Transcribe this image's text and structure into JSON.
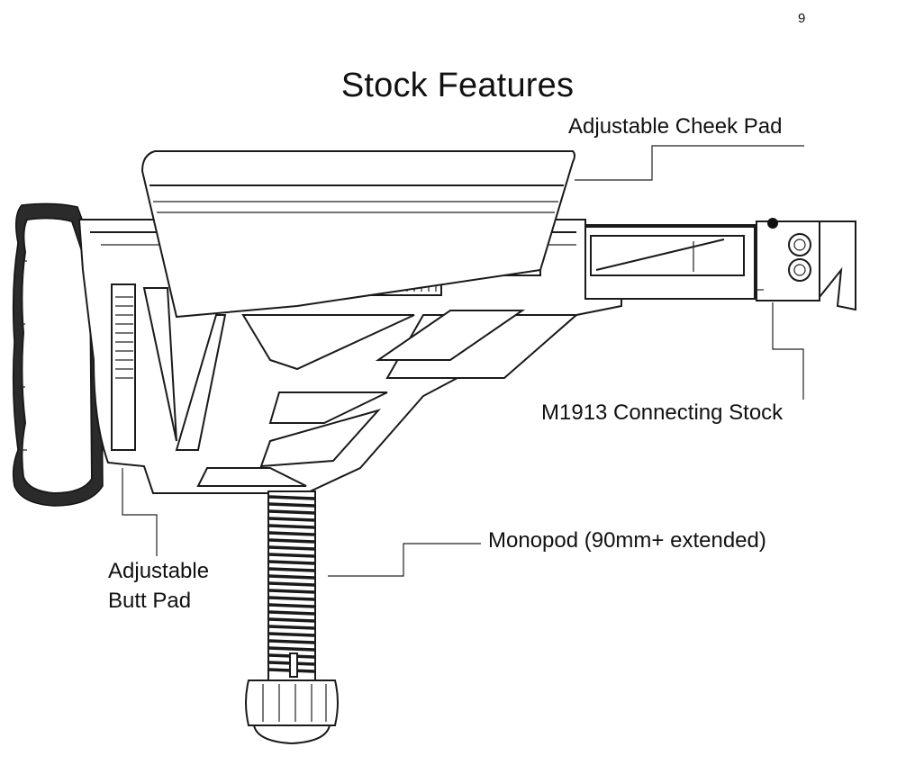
{
  "page_number": "9",
  "title": "Stock Features",
  "callouts": {
    "cheek_pad": "Adjustable Cheek Pad",
    "connecting_stock": "M1913 Connecting Stock",
    "monopod": "Monopod (90mm+ extended)",
    "butt_pad_line1": "Adjustable",
    "butt_pad_line2": "Butt Pad"
  }
}
